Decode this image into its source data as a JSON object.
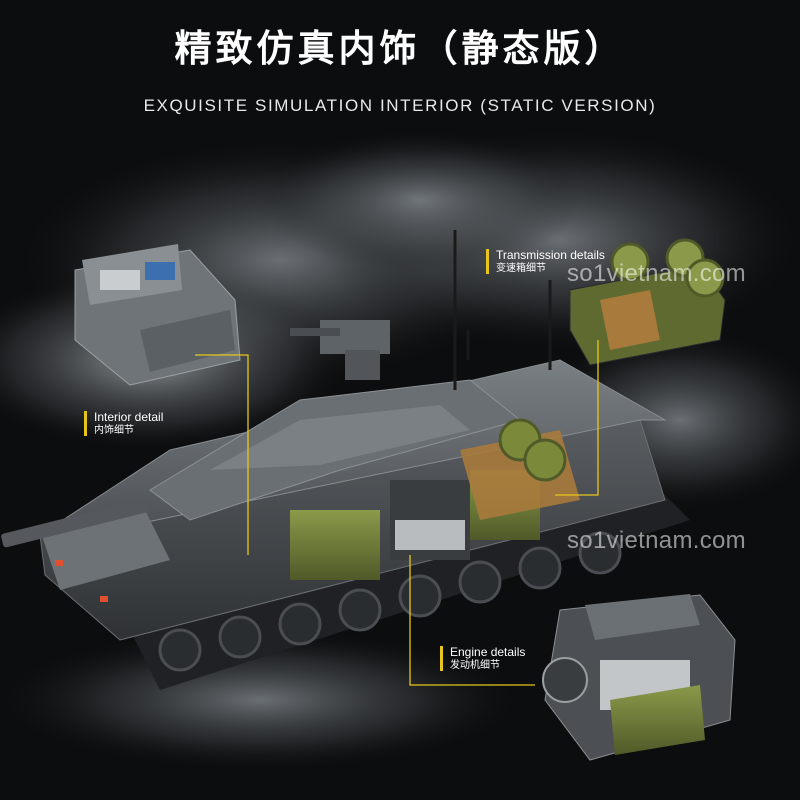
{
  "title": {
    "cn": "精致仿真内饰（静态版）",
    "en": "EXQUISITE SIMULATION INTERIOR (STATIC VERSION)"
  },
  "callouts": {
    "transmission": {
      "en": "Transmission details",
      "cn": "变速箱细节"
    },
    "interior": {
      "en": "Interior detail",
      "cn": "内饰细节"
    },
    "engine": {
      "en": "Engine details",
      "cn": "发动机细节"
    }
  },
  "watermarks": [
    "so1vietnam.com",
    "so1vietnam.com"
  ],
  "colors": {
    "background": "#0c0d0e",
    "accent_yellow": "#e8c51c",
    "tank_gray": "#5d6266",
    "olive_green": "#6b7a3a",
    "tan": "#a87a3c"
  }
}
